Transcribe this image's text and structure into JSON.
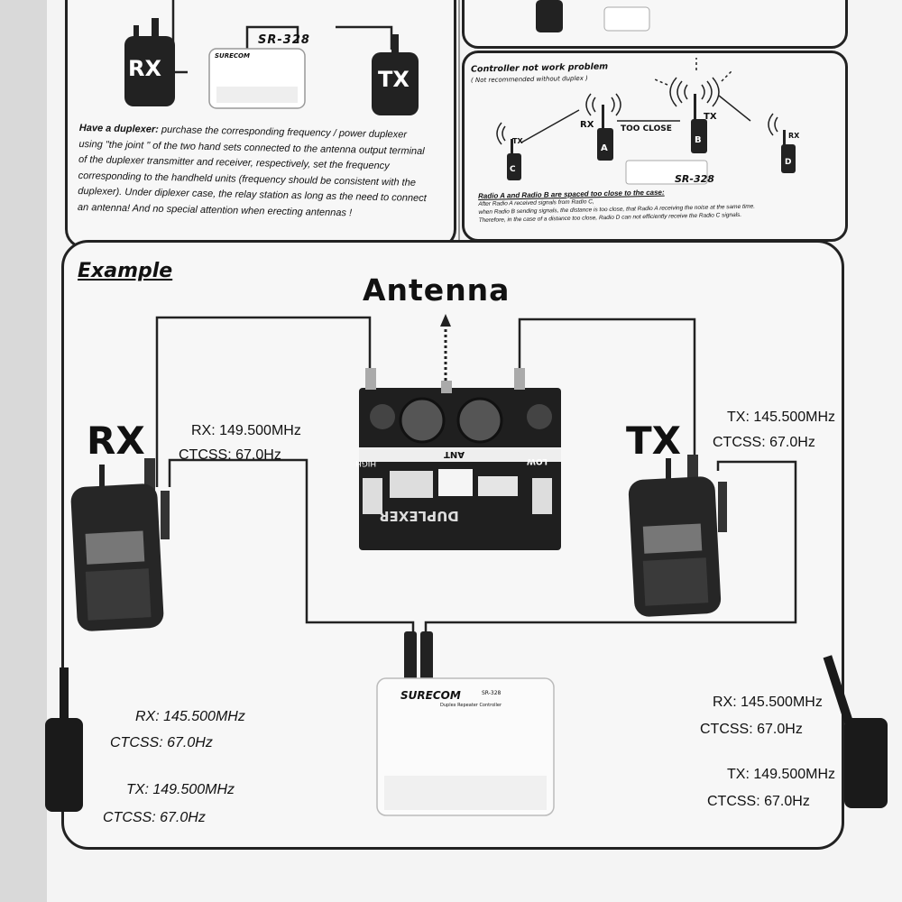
{
  "top_left_panel": {
    "radio_rx_label": "RX",
    "radio_tx_label": "TX",
    "controller_model": "SR-328",
    "controller_brand": "SURECOM",
    "duplexer_lead": "Have  a duplexer:",
    "duplexer_text_1": "purchase the corresponding frequency / power duplexer",
    "duplexer_text_2": "using  \"the joint \" of the two hand sets connected to the antenna output terminal",
    "duplexer_text_3": "of the duplexer transmitter and receiver, respectively, set the frequency",
    "duplexer_text_4": "corresponding to the handheld units (frequency should be consistent with the",
    "duplexer_text_5": "duplexer). Under diplexer case, the relay station as long as the need to connect",
    "duplexer_text_6": "an antenna! And no special attention when erecting antennas !"
  },
  "top_right_panel": {
    "title": "Controller not work problem",
    "subtitle": "( Not recommended without duplex )",
    "label_rx": "RX",
    "label_tx": "TX",
    "label_tx_c": "TX",
    "label_rx_d": "RX",
    "label_a": "A",
    "label_b": "B",
    "label_c": "C",
    "label_d": "D",
    "too_close": "TOO CLOSE",
    "controller_model": "SR-328",
    "case_title": "Radio A and Radio B are spaced too close to the case:",
    "case_text_1": "After Radio A received signals from Radio C,",
    "case_text_2": "when Radio B sending signals, the distance is too close, that Radio A receiving the noise at the same time.",
    "case_text_3": "Therefore, in the case of a distance too close, Radio D can not efficiently receive the Radio C signals."
  },
  "example": {
    "heading": "Example",
    "antenna_label": "Antenna",
    "rx_big": "RX",
    "tx_big": "TX",
    "rx_radio_freq": "RX: 149.500MHz",
    "rx_radio_ctcss": "CTCSS: 67.0Hz",
    "tx_radio_freq": "TX: 145.500MHz",
    "tx_radio_ctcss": "CTCSS: 67.0Hz",
    "duplexer": {
      "label_high": "HIGH",
      "label_ant": "ANT",
      "label_low": "LOW",
      "name": "DUPLEXER"
    },
    "controller": {
      "brand": "SURECOM",
      "model": "SR-328",
      "subtitle": "Duplex Repeater Controller"
    },
    "left_handheld": {
      "rx_freq": "RX: 145.500MHz",
      "rx_ctcss": "CTCSS: 67.0Hz",
      "tx_freq": "TX: 149.500MHz",
      "tx_ctcss": "CTCSS: 67.0Hz"
    },
    "right_handheld": {
      "rx_freq": "RX: 145.500MHz",
      "rx_ctcss": "CTCSS: 67.0Hz",
      "tx_freq": "TX: 149.500MHz",
      "tx_ctcss": "CTCSS: 67.0Hz"
    }
  },
  "colors": {
    "ink": "#1a1a1a",
    "paper": "#f4f4f4",
    "background": "#d9d9d9"
  }
}
